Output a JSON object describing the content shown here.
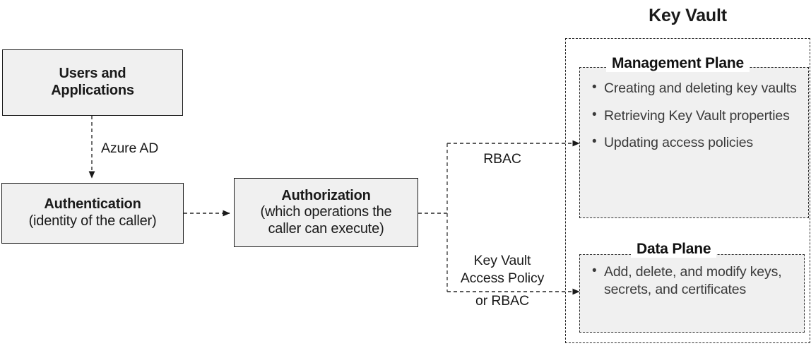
{
  "diagram": {
    "title": "Key Vault",
    "boxes": {
      "users": {
        "title": "Users and",
        "subtitle": "Applications"
      },
      "authentication": {
        "title": "Authentication",
        "subtitle": "(identity of the caller)"
      },
      "authorization": {
        "title": "Authorization",
        "subtitle_line1": "(which operations the",
        "subtitle_line2": "caller can execute)"
      }
    },
    "planes": {
      "management": {
        "title": "Management Plane",
        "bullets": [
          "Creating and deleting key vaults",
          "Retrieving Key Vault properties",
          "Updating access policies"
        ]
      },
      "data": {
        "title": "Data Plane",
        "bullets": [
          "Add, delete, and modify keys, secrets, and certificates"
        ]
      }
    },
    "edge_labels": {
      "azure_ad": "Azure AD",
      "rbac": "RBAC",
      "key_vault_access_policy": "Key Vault\nAccess Policy",
      "key_vault_access_policy_line1": "Key Vault",
      "key_vault_access_policy_line2": "Access Policy",
      "or_rbac": "or RBAC"
    },
    "colors": {
      "box_fill": "#f0f0f0",
      "box_border": "#1a1a1a",
      "dashed_border": "#2b2b2b",
      "text": "#1a1a1a",
      "bullet_text": "#3a3a3a",
      "background": "#ffffff"
    }
  }
}
